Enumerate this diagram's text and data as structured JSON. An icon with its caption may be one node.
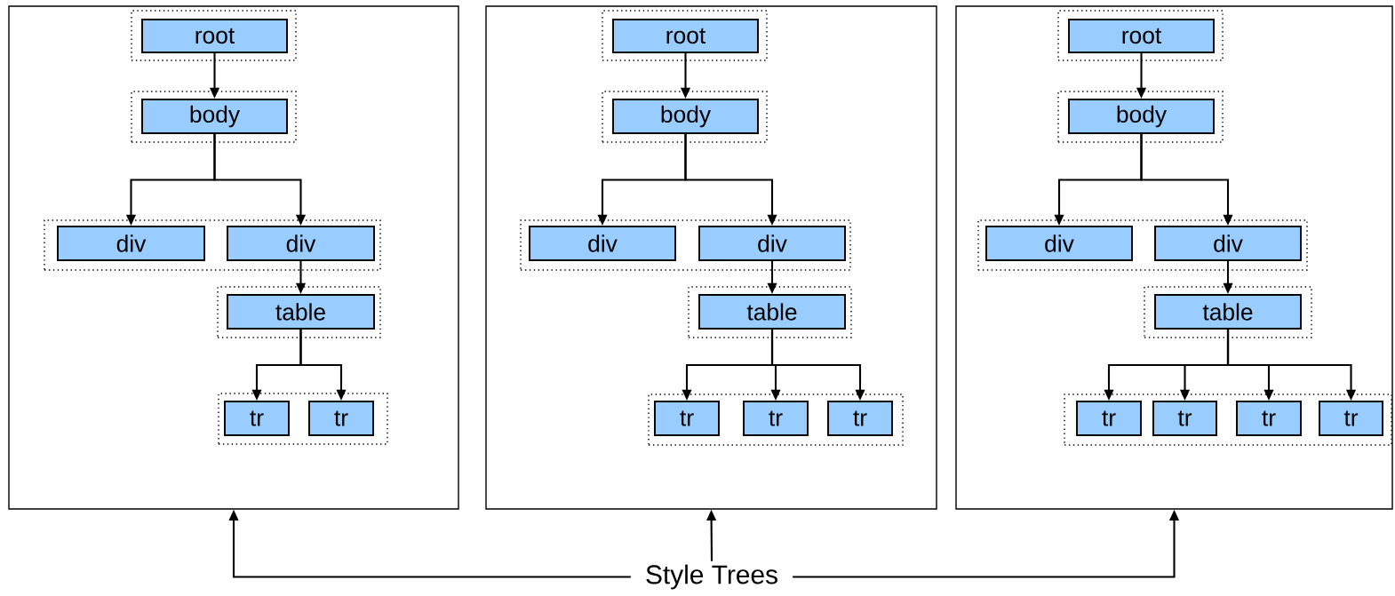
{
  "diagram": {
    "nodes": [
      {
        "text": [],
        "shape": "box"
      },
      {
        "text": [],
        "shape": "box",
        "in": 0
      },
      {
        "text": [
          "root"
        ],
        "in": 1
      },
      {
        "text": [],
        "shape": "box",
        "in": 0
      },
      {
        "text": [
          "body"
        ],
        "in": 3
      },
      {
        "text": [],
        "shape": "box",
        "in": 0
      },
      {
        "text": [
          "div"
        ],
        "in": 5
      },
      {
        "text": [
          "div"
        ],
        "in": 5
      },
      {
        "text": [],
        "shape": "box",
        "in": 0
      },
      {
        "text": [
          "table"
        ],
        "in": 8
      },
      {
        "text": [],
        "shape": "box",
        "in": 0
      },
      {
        "text": [
          "tr"
        ],
        "in": 10
      },
      {
        "text": [
          "tr"
        ],
        "in": 10
      },
      {
        "text": [],
        "shape": "box"
      },
      {
        "text": [],
        "shape": "box",
        "in": 13
      },
      {
        "text": [
          "root"
        ],
        "in": 14
      },
      {
        "text": [],
        "shape": "box",
        "in": 13
      },
      {
        "text": [
          "body"
        ],
        "in": 16
      },
      {
        "text": [],
        "shape": "box",
        "in": 13
      },
      {
        "text": [
          "div"
        ],
        "in": 18
      },
      {
        "text": [
          "div"
        ],
        "in": 18
      },
      {
        "text": [],
        "shape": "box",
        "in": 13
      },
      {
        "text": [
          "table"
        ],
        "in": 21
      },
      {
        "text": [],
        "shape": "box",
        "in": 13
      },
      {
        "text": [
          "tr"
        ],
        "in": 23
      },
      {
        "text": [
          "tr"
        ],
        "in": 23
      },
      {
        "text": [
          "tr"
        ],
        "in": 23
      },
      {
        "text": [],
        "shape": "box"
      },
      {
        "text": [],
        "shape": "box",
        "in": 27
      },
      {
        "text": [
          "root"
        ],
        "in": 28
      },
      {
        "text": [],
        "shape": "box",
        "in": 27
      },
      {
        "text": [
          "body"
        ],
        "in": 30
      },
      {
        "text": [],
        "shape": "box",
        "in": 27
      },
      {
        "text": [
          "div"
        ],
        "in": 32
      },
      {
        "text": [
          "div"
        ],
        "in": 32
      },
      {
        "text": [],
        "shape": "box",
        "in": 27
      },
      {
        "text": [
          "table"
        ],
        "in": 35
      },
      {
        "text": [],
        "shape": "box",
        "in": 27
      },
      {
        "text": [
          "tr"
        ],
        "in": 37
      },
      {
        "text": [
          "tr"
        ],
        "in": 37
      },
      {
        "text": [
          "tr"
        ],
        "in": 37
      },
      {
        "text": [
          "tr"
        ],
        "in": 37
      },
      {
        "text": [
          "Style Trees"
        ]
      }
    ],
    "edges": [
      {
        "from": 2,
        "to": 4,
        "arrow": "to"
      },
      {
        "from": 4,
        "to": 6,
        "arrow": "to"
      },
      {
        "from": 4,
        "to": 7,
        "arrow": "to"
      },
      {
        "from": 7,
        "to": 9,
        "arrow": "to"
      },
      {
        "from": 9,
        "to": 11,
        "arrow": "to"
      },
      {
        "from": 9,
        "to": 12,
        "arrow": "to"
      },
      {
        "from": 15,
        "to": 17,
        "arrow": "to"
      },
      {
        "from": 17,
        "to": 19,
        "arrow": "to"
      },
      {
        "from": 17,
        "to": 20,
        "arrow": "to"
      },
      {
        "from": 20,
        "to": 22,
        "arrow": "to"
      },
      {
        "from": 22,
        "to": 24,
        "arrow": "to"
      },
      {
        "from": 22,
        "to": 25,
        "arrow": "to"
      },
      {
        "from": 22,
        "to": 26,
        "arrow": "to"
      },
      {
        "from": 29,
        "to": 31,
        "arrow": "to"
      },
      {
        "from": 31,
        "to": 33,
        "arrow": "to"
      },
      {
        "from": 31,
        "to": 34,
        "arrow": "to"
      },
      {
        "from": 34,
        "to": 36,
        "arrow": "to"
      },
      {
        "from": 36,
        "to": 38,
        "arrow": "to"
      },
      {
        "from": 36,
        "to": 39,
        "arrow": "to"
      },
      {
        "from": 36,
        "to": 40,
        "arrow": "to"
      },
      {
        "from": 36,
        "to": 41,
        "arrow": "to"
      },
      {
        "from": 42,
        "to": 0,
        "arrow": "to"
      },
      {
        "from": 42,
        "to": 13,
        "arrow": "to"
      },
      {
        "from": 42,
        "to": 27,
        "arrow": "to"
      }
    ]
  }
}
